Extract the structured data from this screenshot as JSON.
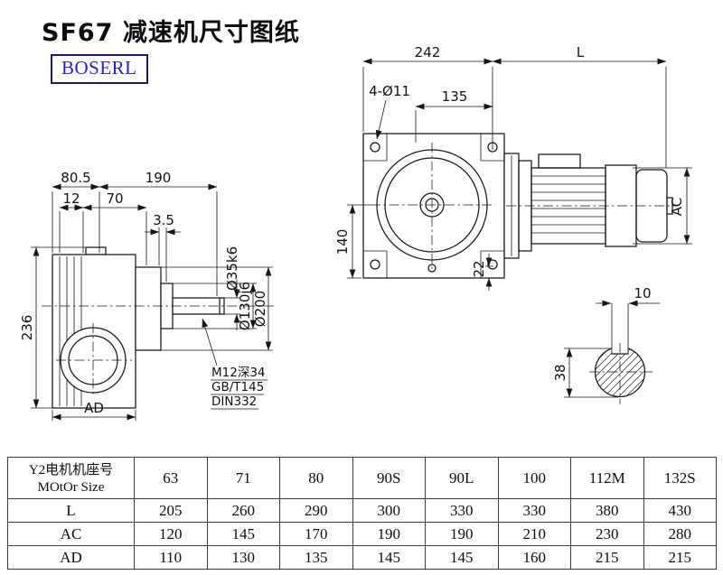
{
  "page": {
    "title": "SF67 减速机尺寸图纸",
    "brand": "BOSERL",
    "colors": {
      "brand_text": "#2323c8",
      "brand_border": "#1a1a66",
      "line": "#161616",
      "motor_fill": "#d9d9d9"
    }
  },
  "drawing": {
    "front_view": {
      "dim_width": "242",
      "dim_motor_length": "L",
      "holes_note": "4-Ø11",
      "dim_hole_offset": "135",
      "dim_center_height": "140",
      "dim_foot": "22",
      "dim_motor_diameter": "AC"
    },
    "side_view": {
      "dim_80_5": "80.5",
      "dim_190": "190",
      "dim_12": "12",
      "dim_70": "70",
      "dim_3_5": "3.5",
      "dim_height": "236",
      "dim_AD": "AD",
      "dim_shaft": "Ø35k6",
      "dim_spigot": "Ø130j6",
      "dim_flange": "Ø200",
      "note_tap": "M12深34",
      "note_std1": "GB/T145",
      "note_std2": "DIN332"
    },
    "shaft_section": {
      "dim_key_width": "10",
      "dim_key_height": "38"
    }
  },
  "table": {
    "header": {
      "label_line1": "Y2电机机座号",
      "label_line2": "MOtOr Size",
      "sizes": [
        "63",
        "71",
        "80",
        "90S",
        "90L",
        "100",
        "112M",
        "132S"
      ]
    },
    "rows": [
      {
        "label": "L",
        "values": [
          "205",
          "260",
          "290",
          "300",
          "330",
          "330",
          "380",
          "430"
        ]
      },
      {
        "label": "AC",
        "values": [
          "120",
          "145",
          "170",
          "190",
          "190",
          "210",
          "230",
          "280"
        ]
      },
      {
        "label": "AD",
        "values": [
          "110",
          "130",
          "135",
          "145",
          "145",
          "160",
          "215",
          "215"
        ]
      }
    ]
  }
}
